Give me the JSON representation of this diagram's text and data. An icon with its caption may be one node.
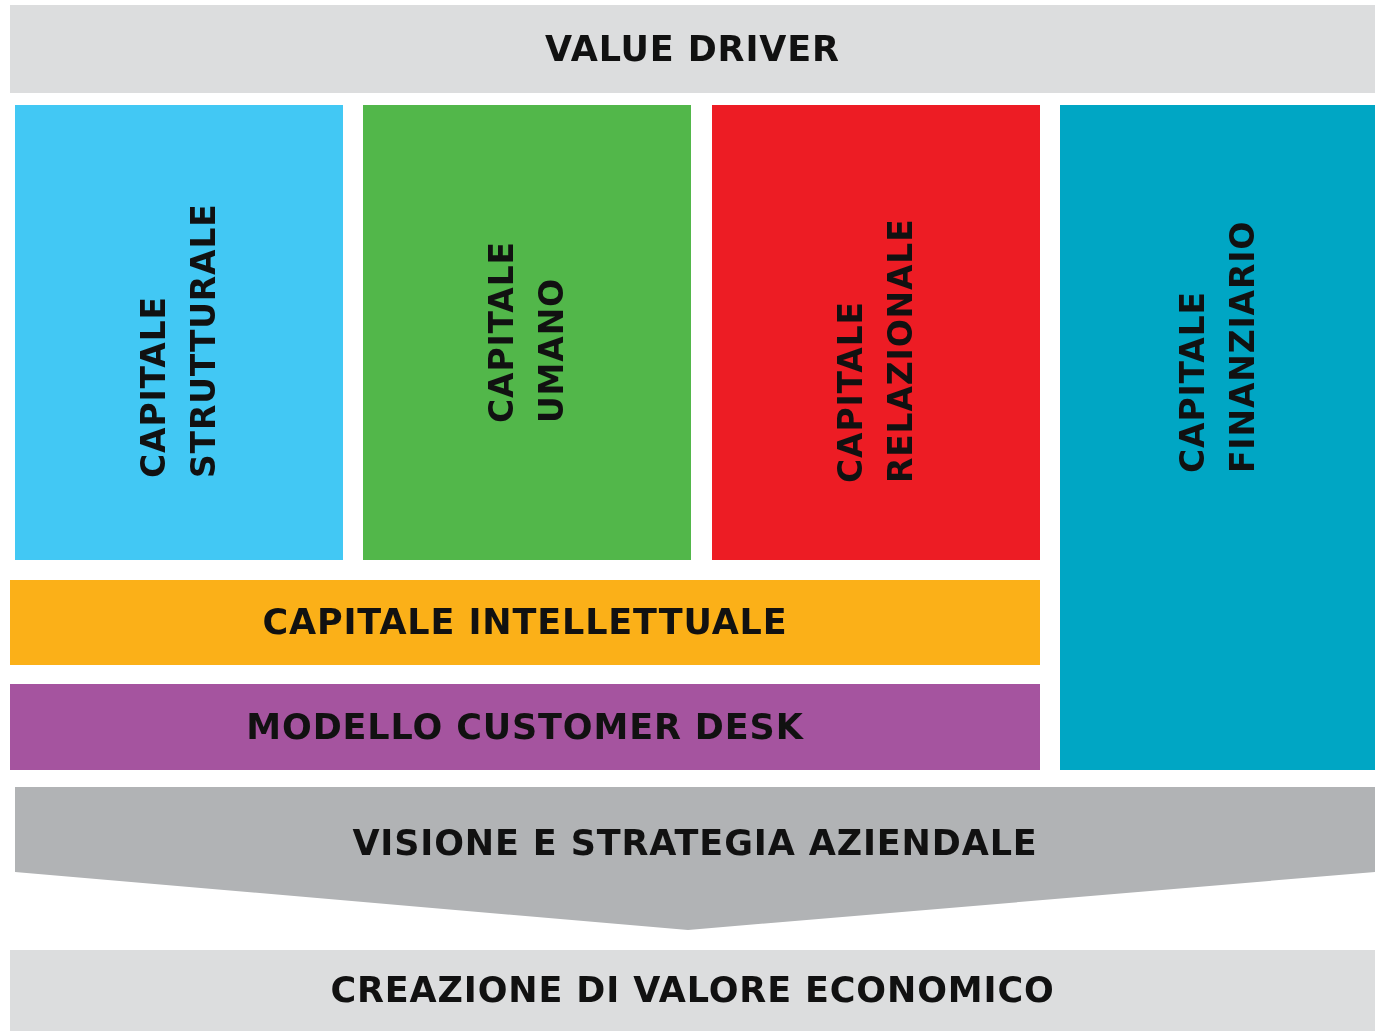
{
  "diagram": {
    "nodes": [
      {
        "text": [
          "VALUE DRIVER"
        ]
      },
      {
        "text": [
          "CAPITALE STRUTTURALE"
        ]
      },
      {
        "text": [
          "CAPITALE UMANO"
        ]
      },
      {
        "text": [
          "CAPITALE RELAZIONALE"
        ]
      },
      {
        "text": [
          "CAPITALE FINANZIARIO"
        ]
      },
      {
        "text": [
          "CAPITALE INTELLETTUALE"
        ]
      },
      {
        "text": [
          "MODELLO CUSTOMER DESK"
        ]
      },
      {
        "text": [
          "VISIONE E STRATEGIA AZIENDALE"
        ]
      },
      {
        "text": [
          "CREAZIONE DI VALORE ECONOMICO"
        ]
      }
    ]
  }
}
